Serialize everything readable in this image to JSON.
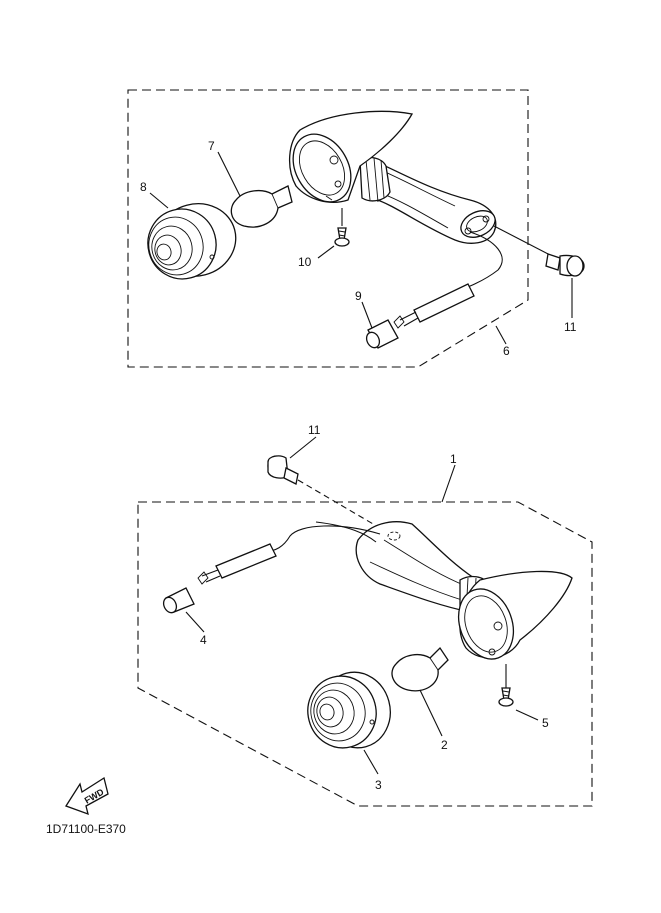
{
  "diagram_code": "1D71100-E370",
  "fwd_label": "FWD",
  "callouts": {
    "upper": {
      "p6": "6",
      "p7": "7",
      "p8": "8",
      "p9": "9",
      "p10": "10",
      "p11": "11"
    },
    "lower": {
      "p1": "1",
      "p2": "2",
      "p3": "3",
      "p4": "4",
      "p5": "5",
      "p11": "11"
    }
  }
}
